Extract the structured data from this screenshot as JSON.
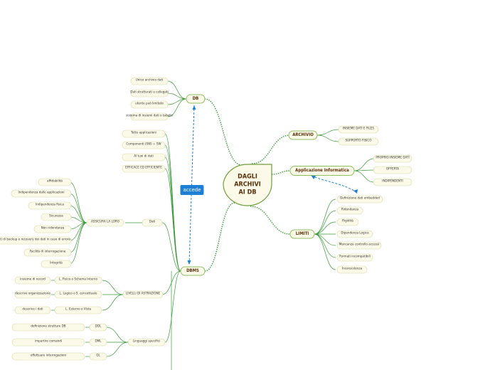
{
  "center": {
    "line1": "DAGLI",
    "line2": "ARCHIVI",
    "line3": "AI DB"
  },
  "relationship_label": "accede",
  "main": {
    "db": "DB",
    "dbms": "DBMS",
    "archivio": "ARCHIVIO",
    "applicazione": "Applicazione Informatica",
    "limiti": "LIMITI"
  },
  "db_items": [
    "Unico archivio dati",
    "Dati strutturati e collegati",
    "utente può limitato",
    "sistema di insiemi dati o tabelle"
  ],
  "dbms_top_items": [
    "Tutte applicazioni",
    "Componenti (SW) + SW",
    "Al tuoi di dati",
    "EFFICACE ED EFFICIENTE"
  ],
  "dati_group": {
    "label": "ASSICURA LA LORO",
    "hub": "Dati",
    "items": [
      "affidabilità",
      "Indipendenza dalle applicazioni",
      "Indipendenza fisica",
      "Sicurezza",
      "Non ridondanza",
      "strumenti di backup e recovery dei dati in caso di errore",
      "Facilità di interrogazione",
      "Integrità"
    ]
  },
  "livelli_group": {
    "hub": "LIVELLI DI ASTRAZIONE",
    "items": [
      "L. Fisico o Schema Interno",
      "L. Logico o S. concettuale",
      "L. Esterno o Vista"
    ],
    "details": [
      "insieme di record",
      "descrive organizzazione",
      "descrive i dati"
    ]
  },
  "linguaggi_group": {
    "hub": "Linguaggi specifici",
    "items": [
      "DDL",
      "DML",
      "QL"
    ],
    "details": [
      "definizione strutture DB",
      "impartire comandi",
      "effettuare interrogazioni"
    ]
  },
  "archivio_items": [
    "INSIEME DATI E FILES",
    "SUPPORTO FISICO"
  ],
  "applicazione_items": [
    "PROPRIO INSIEME DATI",
    "OFFERTA",
    "INDIPENDENTI"
  ],
  "limiti_items": [
    "Definizione dati embedded",
    "Ridondanza",
    "Rigidità",
    "Dipendenza Logica",
    "Mancanza controllo accessi",
    "Formati incompatibili",
    "Inconsistenza"
  ],
  "colors": {
    "branch": "#3a9a3a",
    "node_fill": "#fbfae8",
    "node_stroke": "#8fbf5f",
    "leaf_stroke": "#d8d8a8",
    "relation": "#1f7fd4"
  }
}
